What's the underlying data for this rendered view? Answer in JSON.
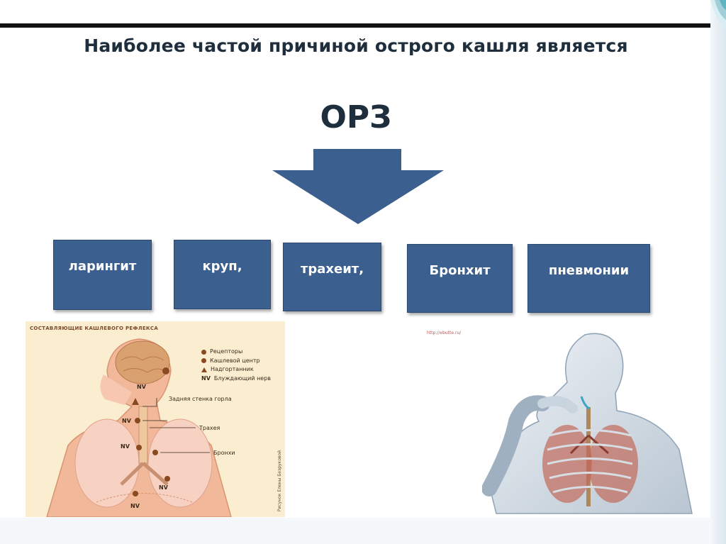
{
  "slide": {
    "title": "Наиболее частой причиной острого кашля является",
    "subtitle": "ОРЗ"
  },
  "causes": [
    {
      "label": "ларингит"
    },
    {
      "label": "круп,"
    },
    {
      "label": "трахеит,"
    },
    {
      "label": "Бронхит"
    },
    {
      "label": "пневмонии"
    }
  ],
  "reflex_figure": {
    "caption": "СОСТАВЛЯЮЩИЕ КАШЛЕВОГО РЕФЛЕКСА",
    "legend": [
      {
        "label": "Рецепторы"
      },
      {
        "label": "Кашлевой центр"
      },
      {
        "label": "Надгортанник"
      },
      {
        "marker": "NV",
        "label": "Блуждающий нерв"
      }
    ],
    "annotations": {
      "throat": "Задняя стенка горла",
      "trachea": "Трахея",
      "bronchi": "Бронхи"
    },
    "nv_tag": "NV",
    "credit": "Рисунок Елены Безруковой"
  },
  "source_url": "http://ebutte.ru/",
  "colors": {
    "box_fill": "#3b5f8e",
    "arrow_fill": "#3b5f8e",
    "title_text": "#1f2e3d",
    "figure_bg": "#fbeed0"
  }
}
